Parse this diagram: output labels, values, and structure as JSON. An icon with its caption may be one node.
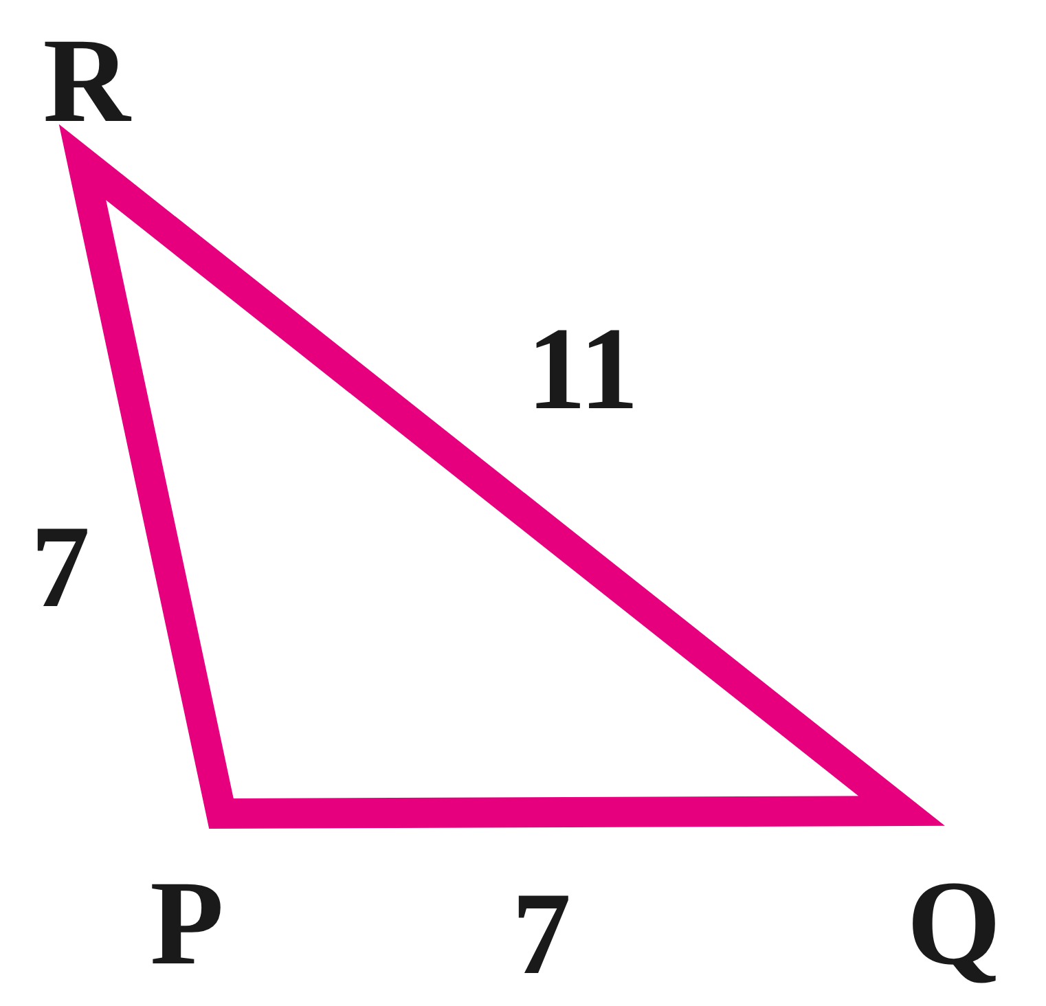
{
  "diagram": {
    "labels": [
      "R",
      "11",
      "7",
      "P",
      "7",
      "Q"
    ]
  }
}
